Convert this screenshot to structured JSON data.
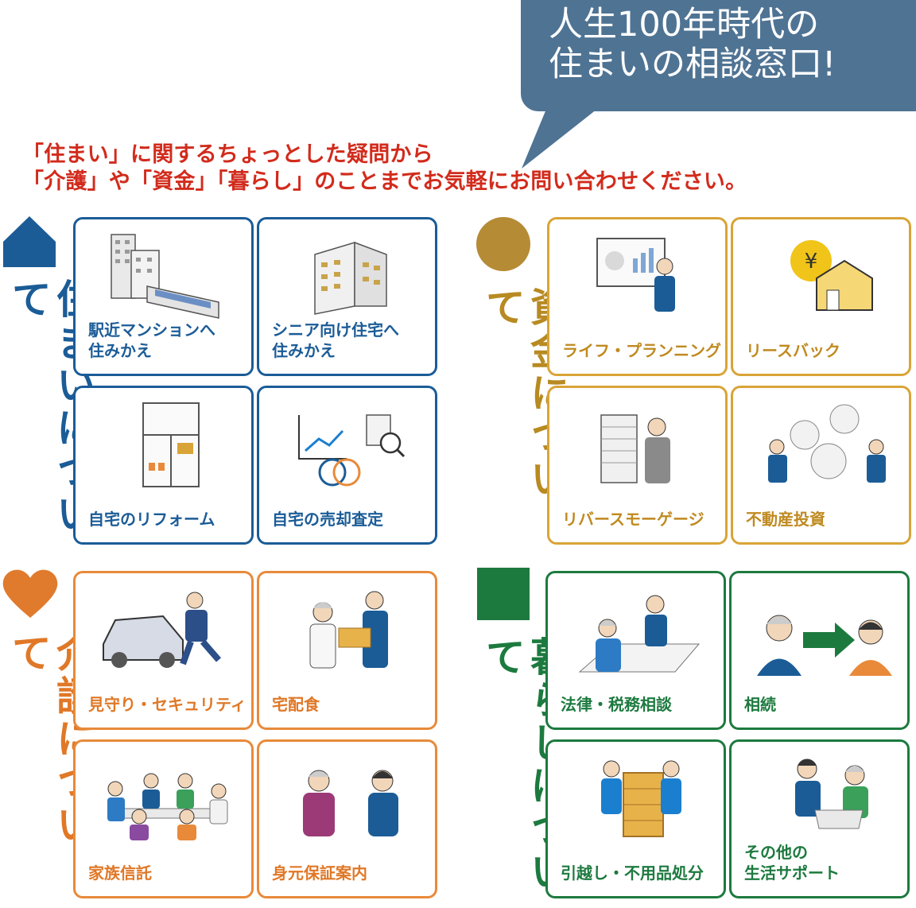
{
  "bubble": {
    "line1": "人生100年時代の",
    "line2": "住まいの相談窓口!"
  },
  "intro": {
    "line1": "「住まい」に関するちょっとした疑問から",
    "line2": "「介護」や「資金」「暮らし」のことまでお気軽にお問い合わせください。"
  },
  "colors": {
    "housing": "#1b5c97",
    "funds": "#d9a437",
    "care": "#e88a3a",
    "living": "#1d7a3f",
    "bubble": "#4f7393",
    "intro": "#d22b1c"
  },
  "sections": {
    "housing": {
      "title": "住まいについて",
      "icon": "house-icon",
      "cards": [
        {
          "label": "駅近マンションへ\n住みかえ",
          "icon": "condo-train-icon"
        },
        {
          "label": "シニア向け住宅へ\n住みかえ",
          "icon": "senior-housing-icon"
        },
        {
          "label": "自宅のリフォーム",
          "icon": "floor-plan-icon"
        },
        {
          "label": "自宅の売却査定",
          "icon": "appraisal-chart-icon"
        }
      ]
    },
    "funds": {
      "title": "資金について",
      "icon": "circle-icon",
      "cards": [
        {
          "label": "ライフ・プランニング",
          "icon": "presenter-icon"
        },
        {
          "label": "リースバック",
          "icon": "yen-house-icon"
        },
        {
          "label": "リバースモーゲージ",
          "icon": "bank-man-icon"
        },
        {
          "label": "不動産投資",
          "icon": "investment-icon"
        }
      ]
    },
    "care": {
      "title": "介護について",
      "icon": "heart-icon",
      "cards": [
        {
          "label": "見守り・セキュリティ",
          "icon": "security-guard-icon"
        },
        {
          "label": "宅配食",
          "icon": "meal-delivery-icon"
        },
        {
          "label": "家族信託",
          "icon": "family-meeting-icon"
        },
        {
          "label": "身元保証案内",
          "icon": "guarantee-consult-icon"
        }
      ]
    },
    "living": {
      "title": "暮らしについて",
      "icon": "square-icon",
      "cards": [
        {
          "label": "法律・税務相談",
          "icon": "legal-consult-icon"
        },
        {
          "label": "相続",
          "icon": "inheritance-arrow-icon"
        },
        {
          "label": "引越し・不用品処分",
          "icon": "moving-boxes-icon"
        },
        {
          "label": "その他の\n生活サポート",
          "icon": "support-laptop-icon"
        }
      ]
    }
  }
}
